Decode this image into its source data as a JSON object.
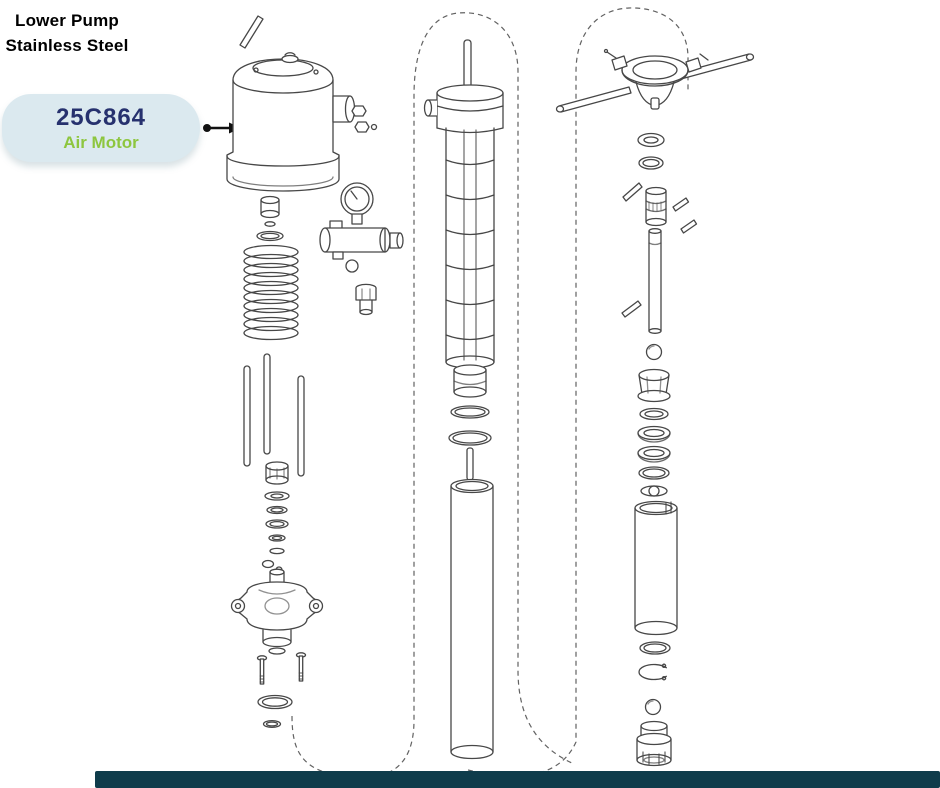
{
  "page": {
    "title_line1": "Lower Pump",
    "title_line2": "Stainless Steel"
  },
  "callout": {
    "part_number": "25C864",
    "part_name": "Air Motor"
  },
  "colors": {
    "background": "#ffffff",
    "title_text": "#000000",
    "badge_bg": "#dbe9ef",
    "part_number_text": "#26316e",
    "part_name_text": "#8dc63f",
    "line_art": "#474747",
    "footer_bar": "#0f3c4b"
  },
  "diagram": {
    "groups": [
      {
        "name": "air-motor-assembly",
        "parts": [
          "hinge-pin-icon",
          "air-motor-icon",
          "muffler-icon",
          "outlet-fitting-icon",
          "o-ring-icon",
          "spring-icon",
          "tie-rods-icon",
          "locknut-icon",
          "washer-stack-icon",
          "pump-housing-icon",
          "mounting-screws-icon",
          "o-rings-icon"
        ]
      },
      {
        "name": "air-valve-assembly",
        "parts": [
          "pressure-gauge-icon",
          "air-valve-icon",
          "inlet-fitting-icon"
        ]
      },
      {
        "name": "cylinder-assembly",
        "parts": [
          "connecting-rod-icon",
          "pump-cylinder-icon",
          "throat-adapter-icon",
          "o-rings-icon",
          "displacement-rod-icon",
          "outer-tube-icon"
        ]
      },
      {
        "name": "lower-assembly",
        "parts": [
          "tri-clamp-icon",
          "washer-icon",
          "o-ring-icon",
          "cotter-pin-icon",
          "coupler-icon",
          "pins-icon",
          "piston-rod-icon",
          "ball-icon",
          "packing-nut-icon",
          "packing-stack-icon",
          "cylinder-tube-icon",
          "o-ring-icon",
          "retaining-ring-icon",
          "ball-icon",
          "intake-valve-icon"
        ]
      }
    ]
  }
}
